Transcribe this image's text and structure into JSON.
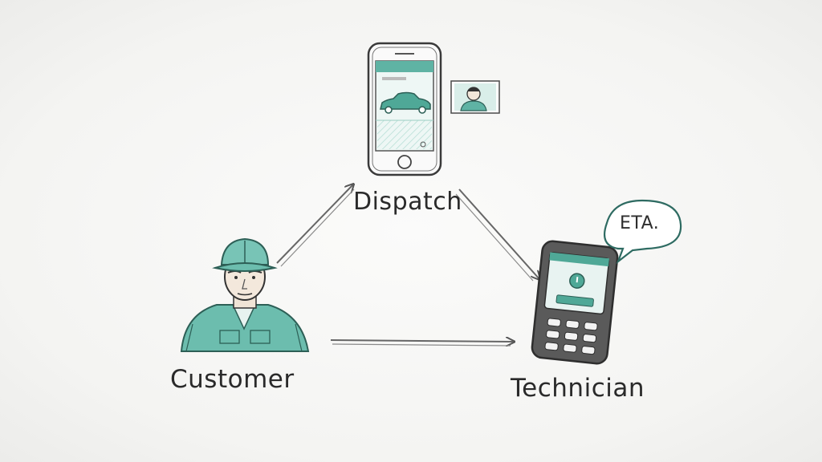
{
  "nodes": {
    "dispatch": {
      "label": "Dispatch"
    },
    "customer": {
      "label": "Customer"
    },
    "technician": {
      "label": "Technician"
    }
  },
  "speech_bubble": {
    "text": "ETA."
  },
  "icons": [
    "dispatch-phone-icon",
    "car-icon",
    "technician-photo-icon",
    "customer-worker-icon",
    "technician-handset-icon",
    "eta-bubble-icon"
  ],
  "colors": {
    "accent": "#3f9b8c",
    "ink": "#3a3a3a",
    "background": "#f6f6f4"
  }
}
